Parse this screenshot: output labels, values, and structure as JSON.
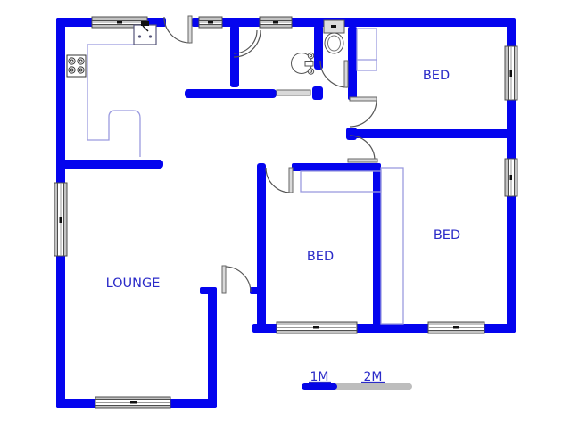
{
  "plan": {
    "type": "floor-plan",
    "rooms": [
      {
        "id": "bed-top-right",
        "label": "BED"
      },
      {
        "id": "bed-middle",
        "label": "BED"
      },
      {
        "id": "bed-bottom-right",
        "label": "BED"
      },
      {
        "id": "lounge",
        "label": "LOUNGE"
      }
    ],
    "fixtures": [
      {
        "id": "stove-icon",
        "name": "4-plate stove"
      },
      {
        "id": "sink-icon",
        "name": "double kitchen sink"
      },
      {
        "id": "toilet-icon",
        "name": "toilet with cistern"
      },
      {
        "id": "basin-icon",
        "name": "wash basin with taps"
      }
    ],
    "scale_bar": {
      "label_1m": "1M",
      "label_2m": "2M"
    },
    "colors": {
      "wall": "#0404EE",
      "label": "#2A2AC8",
      "scale_blue": "#0505E6",
      "scale_gray": "#BDBDBD",
      "door_arc": "#555555",
      "leaf_fill": "#D9D9D9",
      "counter": "#9A9ADF",
      "window_frame": "#4D4D4D"
    }
  }
}
